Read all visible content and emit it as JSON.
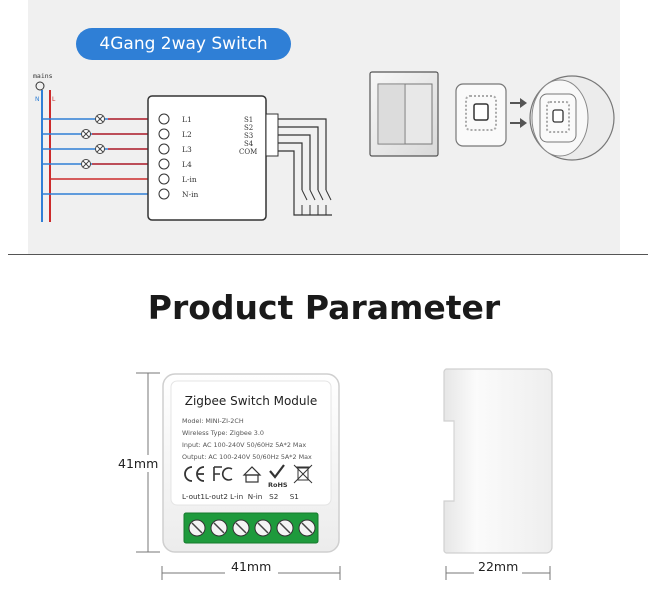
{
  "banner": {
    "title": "4Gang 2way Switch"
  },
  "wiring": {
    "mains_label": "mains",
    "n_label": "N",
    "l_label": "L",
    "outputs": [
      "L1",
      "L2",
      "L3",
      "L4",
      "L-in",
      "N-in"
    ],
    "inputs": [
      "S1",
      "S2",
      "S3",
      "S4",
      "COM"
    ]
  },
  "section": {
    "title": "Product Parameter"
  },
  "module": {
    "title": "Zigbee Switch Module",
    "model": "Model: MINI-ZI-2CH",
    "wireless": "Wireless Type: Zigbee 3.0",
    "input": "Input: AC 100-240V 50/60Hz 5A*2 Max",
    "output": "Output: AC 100-240V 50/60Hz 5A*2 Max",
    "rohs": "RoHS",
    "terminals": "L-out1L-out2 L-in  N-in   S2     S1"
  },
  "dimensions": {
    "height": "41mm",
    "width": "41mm",
    "depth": "22mm"
  },
  "colors": {
    "accent": "#2f7fd6",
    "live_wire": "#cc2a2a",
    "neutral_wire": "#2f7fd6",
    "terminal_green": "#1e9a3c"
  }
}
